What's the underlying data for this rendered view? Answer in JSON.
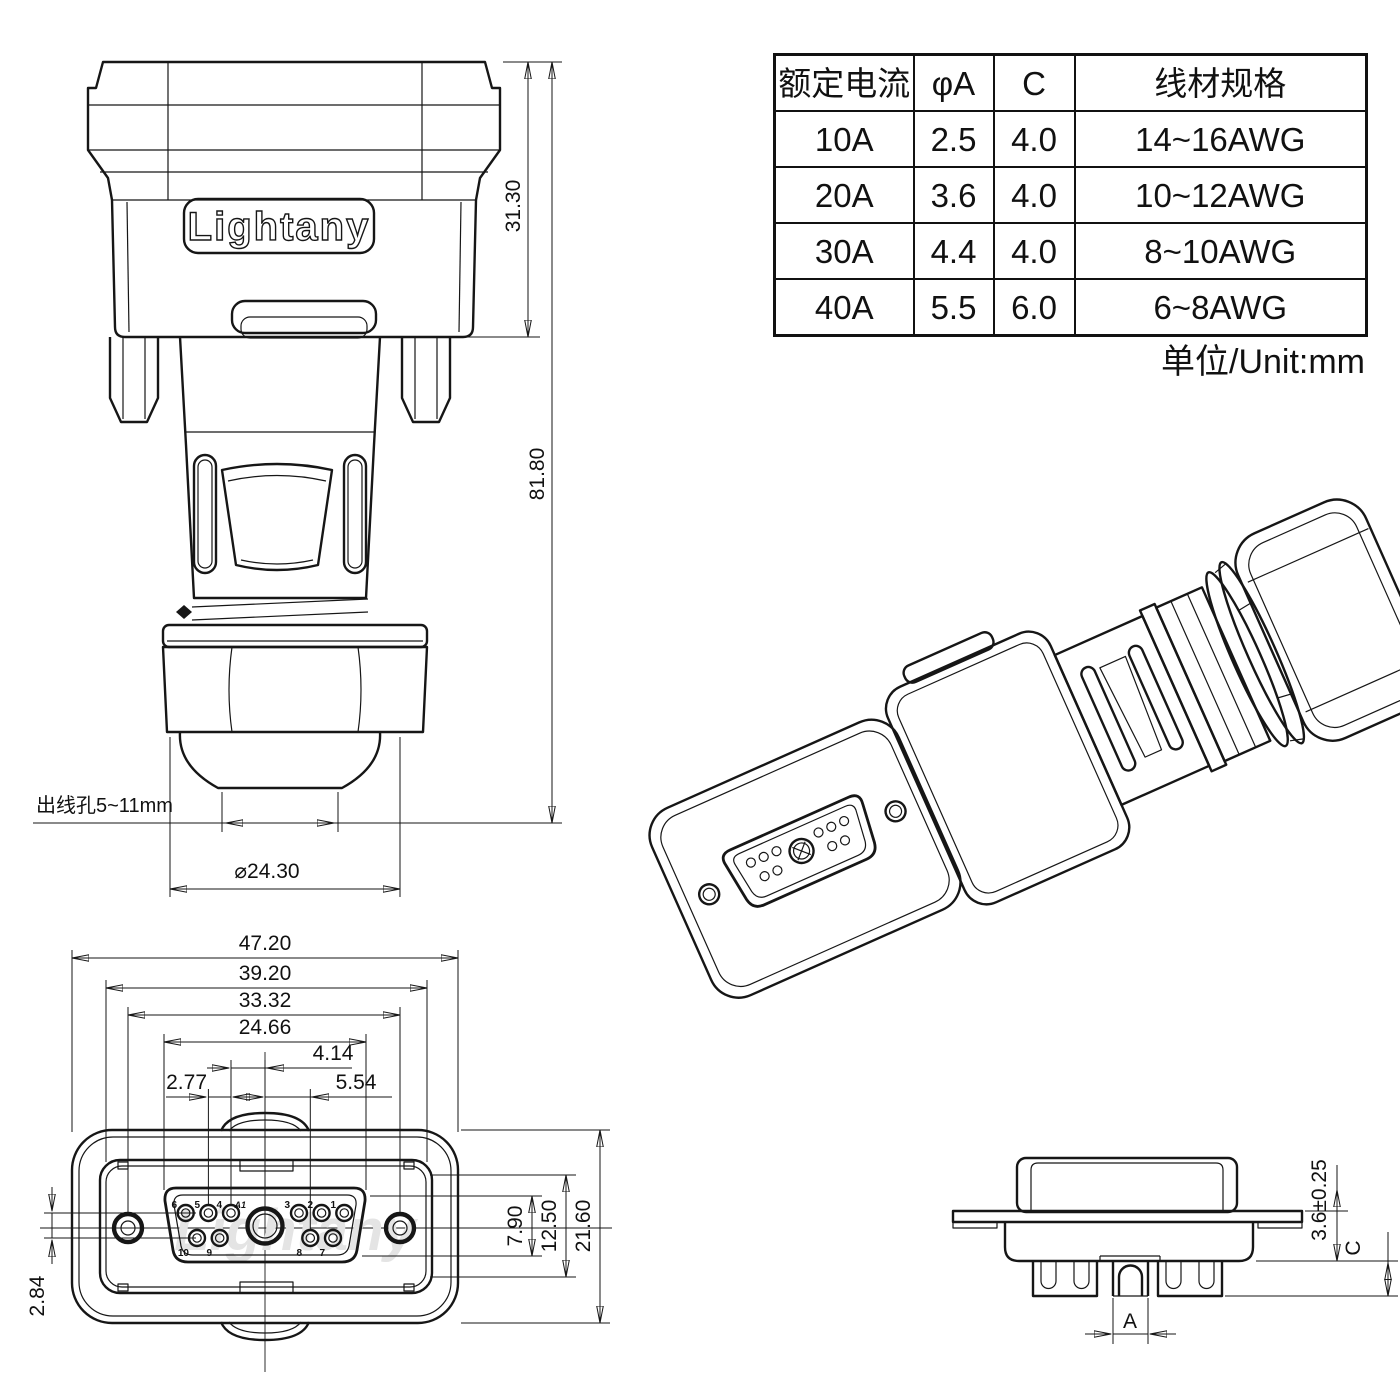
{
  "table": {
    "headers": [
      "额定电流",
      "φA",
      "C",
      "线材规格"
    ],
    "rows": [
      [
        "10A",
        "2.5",
        "4.0",
        "14~16AWG"
      ],
      [
        "20A",
        "3.6",
        "4.0",
        "10~12AWG"
      ],
      [
        "30A",
        "4.4",
        "4.0",
        "8~10AWG"
      ],
      [
        "40A",
        "5.5",
        "6.0",
        "6~8AWG"
      ]
    ],
    "unit_note": "单位/Unit:mm"
  },
  "front_view": {
    "logo": "Lightany",
    "dim_upper_height": "31.30",
    "dim_total_height": "81.80",
    "wire_hole_label": "出线孔5~11mm",
    "dim_gland_diameter": "⌀24.30"
  },
  "face_view": {
    "dim_chain": [
      "47.20",
      "39.20",
      "33.32",
      "24.66"
    ],
    "dim_pitch_power": "4.14",
    "dim_pitch_small": "2.77",
    "dim_pitch_double": "5.54",
    "dim_right": [
      "7.90",
      "12.50",
      "21.60"
    ],
    "dim_row_offset": "2.84",
    "pins_top": [
      "6",
      "5",
      "4",
      "3",
      "2",
      "1"
    ],
    "pin_power": "A1",
    "pins_bottom": [
      "10",
      "9",
      "8",
      "7"
    ],
    "watermark": "Lightany"
  },
  "side_view": {
    "dim_flange_thickness": "3.6±0.25",
    "dim_tail_length": "C",
    "dim_tail_diameter": "A"
  }
}
